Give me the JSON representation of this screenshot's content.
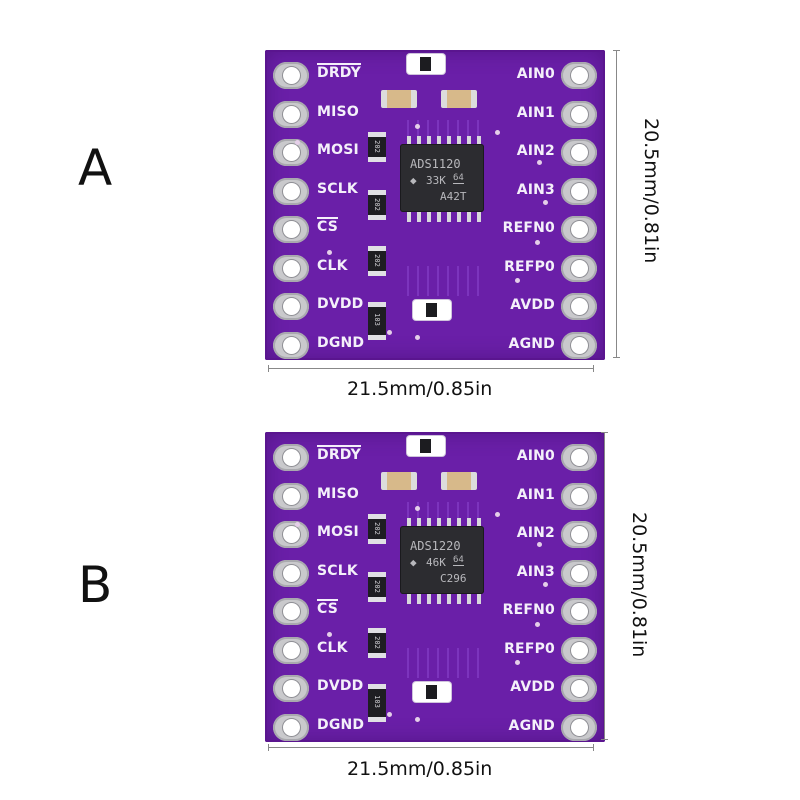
{
  "variants": [
    {
      "letter": "A",
      "chip_lines": [
        "ADS1120",
        "33K",
        "64",
        "A42T"
      ],
      "width_label": "21.5mm/0.85in",
      "height_label": "20.5mm/0.81in"
    },
    {
      "letter": "B",
      "chip_lines": [
        "ADS1220",
        "46K",
        "64",
        "C296"
      ],
      "width_label": "21.5mm/0.85in",
      "height_label": "20.5mm/0.81in"
    }
  ],
  "left_pins": [
    "DRDY",
    "MISO",
    "MOSI",
    "SCLK",
    "CS",
    "CLK",
    "DVDD",
    "DGND"
  ],
  "right_pins": [
    "AIN0",
    "AIN1",
    "AIN2",
    "AIN3",
    "REFN0",
    "REFP0",
    "AVDD",
    "AGND"
  ],
  "resistor_codes": [
    "202",
    "202",
    "202",
    "103"
  ],
  "colors": {
    "board": "#6a1fa8",
    "silkscreen": "#f4f0fa",
    "pad": "#c9c9cc",
    "chip": "#2c2c30"
  }
}
